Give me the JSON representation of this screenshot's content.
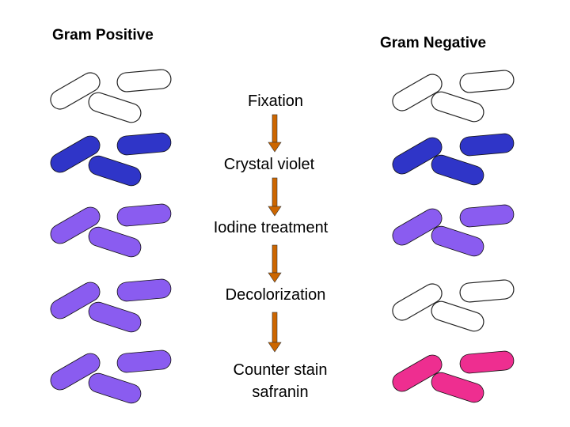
{
  "titles": {
    "left": "Gram Positive",
    "right": "Gram Negative"
  },
  "steps": [
    {
      "label": "Fixation"
    },
    {
      "label": "Crystal violet"
    },
    {
      "label": "Iodine treatment"
    },
    {
      "label": "Decolorization"
    },
    {
      "label": "Counter stain",
      "label2": "safranin"
    }
  ],
  "colors": {
    "arrow": "#cc6600",
    "unstained": "#ffffff",
    "crystal_violet": "#2f35c8",
    "iodine": "#8a5cf0",
    "safranin": "#ee2e90"
  },
  "gram_positive": [
    "unstained",
    "crystal_violet",
    "iodine",
    "iodine",
    "iodine"
  ],
  "gram_negative": [
    "unstained",
    "crystal_violet",
    "iodine",
    "unstained",
    "safranin"
  ]
}
